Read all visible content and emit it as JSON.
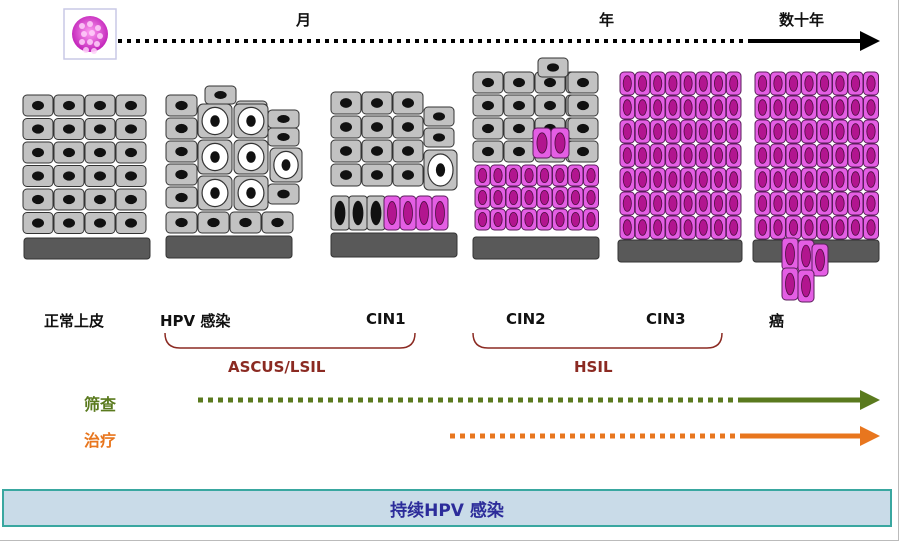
{
  "timeline": {
    "month_label": "月",
    "year_label": "年",
    "decades_label": "数十年"
  },
  "stages": {
    "normal": "正常上皮",
    "hpv_infection": "HPV 感染",
    "cin1": "CIN1",
    "cin2": "CIN2",
    "cin3": "CIN3",
    "cancer": "癌"
  },
  "groups": {
    "low_grade": "ASCUS/LSIL",
    "high_grade": "HSIL"
  },
  "rows": {
    "screening": "筛查",
    "treatment": "治疗"
  },
  "banner": "持续HPV 感染",
  "colors": {
    "normal_cell": "#c2c2c2",
    "abnormal_cell": "#e45ee4",
    "basement": "#595959",
    "screening": "#5a7a1e",
    "treatment": "#e8761e",
    "banner_bg": "#c9dbe8",
    "banner_border": "#39a7a0"
  }
}
